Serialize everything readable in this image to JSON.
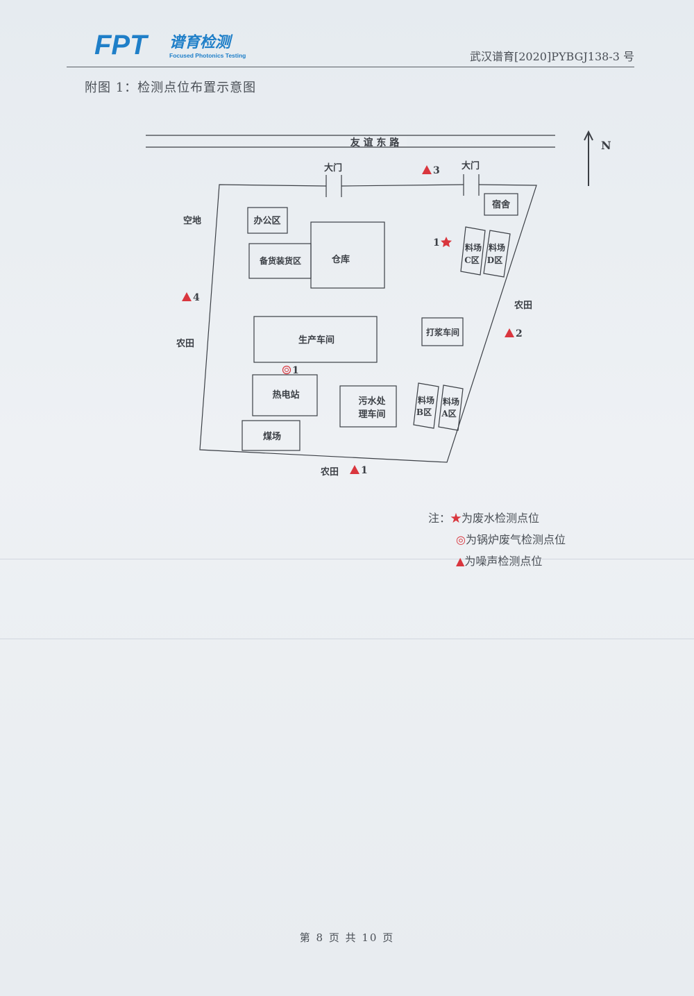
{
  "header": {
    "logo_mark": "FPT",
    "logo_cn": "谱育检测",
    "logo_en": "Focused Photonics Testing",
    "report_no": "武汉谱育[2020]PYBGJ138-3 号"
  },
  "figure_title": "附图 1：检测点位布置示意图",
  "map": {
    "road": "友 谊 东 路",
    "north": "N",
    "gate_labels": [
      "大门",
      "大门"
    ],
    "buildings": {
      "office": "办公区",
      "loading": "备货装货区",
      "warehouse": "仓库",
      "dorm": "宿舍",
      "yard_c": [
        "料场",
        "C区"
      ],
      "yard_d": [
        "料场",
        "D区"
      ],
      "workshop": "生产车间",
      "pulping": "打浆车间",
      "power": "热电站",
      "sewage": [
        "污水处",
        "理车间"
      ],
      "yard_b": [
        "料场",
        "B区"
      ],
      "yard_a": [
        "料场",
        "A区"
      ],
      "coal": "煤场"
    },
    "surroundings": {
      "west_top": "空地",
      "west": "农田",
      "east": "农田",
      "south": "农田"
    },
    "points": {
      "noise_1": "1",
      "noise_2": "2",
      "noise_3": "3",
      "noise_4": "4",
      "wastewater_1": "1",
      "boiler_1": "1"
    }
  },
  "legend": {
    "prefix": "注：",
    "wastewater": "为废水检测点位",
    "boiler": "为锅炉废气检测点位",
    "noise": "为噪声检测点位"
  },
  "footer": "第 8 页 共 10 页",
  "colors": {
    "marker": "#d9363e",
    "logo_blue": "#1f7fc8",
    "ink": "#3b3f45"
  }
}
